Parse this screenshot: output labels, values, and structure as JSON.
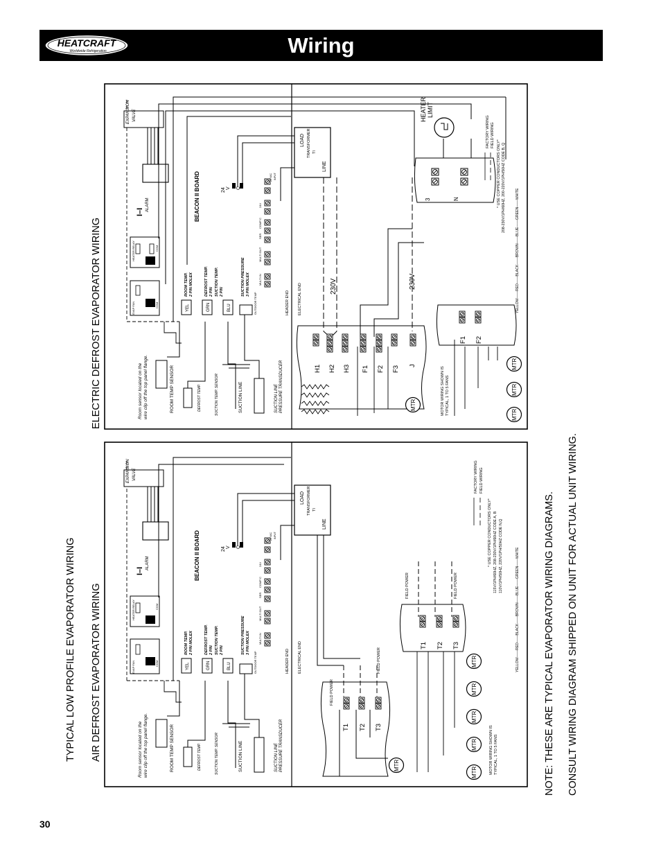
{
  "header": {
    "title": "Wiring",
    "logo_brand": "HEATCRAFT",
    "logo_tagline": "Worldwide Refrigeration"
  },
  "page_number": "30",
  "headings": {
    "main": "TYPICAL LOW PROFILE EVAPORATOR WIRING",
    "air": "AIR DEFROST EVAPORATOR WIRING",
    "electric": "ELECTRIC  DEFROST EVAPORATOR WIRING"
  },
  "notes": {
    "line1": "NOTE: THESE ARE TYPICAL EVAPORATOR WIRING DIAGRAMS.",
    "line2": "CONSULT WIRING DIAGRAM SHIPPED ON UNIT FOR ACTUAL UNIT WIRING."
  },
  "common": {
    "expansion": "EXPANSION",
    "valve": "VALVE",
    "alarm": "ALARM",
    "beacon": "BEACON II BOARD",
    "heater_relay": "HEATER RELAY",
    "evap_fan": "EVAP FAN",
    "no": "NO",
    "com": "COM",
    "yel": "YEL",
    "grn": "GRN",
    "blu": "BLU",
    "room_temp_molex_1": "ROOM TEMP.",
    "room_temp_molex_2": "2 PIN MOLEX",
    "defrost_temp": "DEFROST TEMP.",
    "two_pin": "2 PIN",
    "suction_temp": "SUCTION TEMP.",
    "suction_pressure": "SUCTION PRESSURE",
    "three_pin_molex": "3 PIN MOLEX",
    "outdoor_temp": "OUTDOOR TEMP",
    "multi_in": "MULTI IN",
    "multi_out": "MULTI OUT",
    "ser": "SER",
    "comp_c": "COMP C",
    "v24": "24V",
    "vac24": "24 VAC",
    "input": "INPUT",
    "header_end": "HEADER END",
    "electrical_end": "ELECTRICAL END",
    "room_sensor_note_1": "Room sensor located on the",
    "room_sensor_note_2": "wire clip off the top panel flange.",
    "room_temp_sensor": "ROOM TEMP SENSOR",
    "defrost_temp_sensor": "DEFROST TEMP.",
    "suction_temp_sensor": "SUCTION TEMP. SENSOR",
    "suction_line": "SUCTION LINE",
    "suction_line_italic": "SUCTION LINE",
    "pressure_transducer": "PRESSURE TRANSDUCER",
    "load": "LOAD",
    "line": "LINE",
    "transformer": "TRANSFORMER",
    "ti": "TI",
    "twentyfour": "24",
    "v": "V",
    "c": "C",
    "mtr": "MTR",
    "motor_wiring_1": "MOTOR WIRING SHOWN IS",
    "motor_wiring_2": "TYPICAL, 1 TO 5 FANS",
    "factory_wiring": "FACTORY WIRING",
    "field_wiring": "FIELD WIRING",
    "use_copper": "* USE COPPER CONDUCTORS ONLY*",
    "colors": "YELLOW——RED——BLACK——BROWN——BLUE——GREEN——WHITE"
  },
  "air": {
    "terminals": [
      "T1",
      "T2",
      "T3"
    ],
    "field_power": "FIELD POWER",
    "codes_1": "115V/1PH/60HZ, 208-230V/1PH/60HZ  CODE A, B",
    "codes_2": "110V/1PH/50HZ, 220V/1PH/50HZ  CODE N,Q"
  },
  "electric": {
    "terminals": [
      "H1",
      "H2",
      "H3",
      "F1",
      "F2",
      "F3",
      "J"
    ],
    "fan_terminals": [
      "F1",
      "F2"
    ],
    "v230": "230V",
    "heater_limit_1": "HEATER",
    "heater_limit_2": "LIMIT",
    "terminal_3": "3",
    "terminal_n": "N",
    "codes": "208-230V/1PH/60HZ, 200-220V/1PH/50HZ  CODE B, Q"
  }
}
